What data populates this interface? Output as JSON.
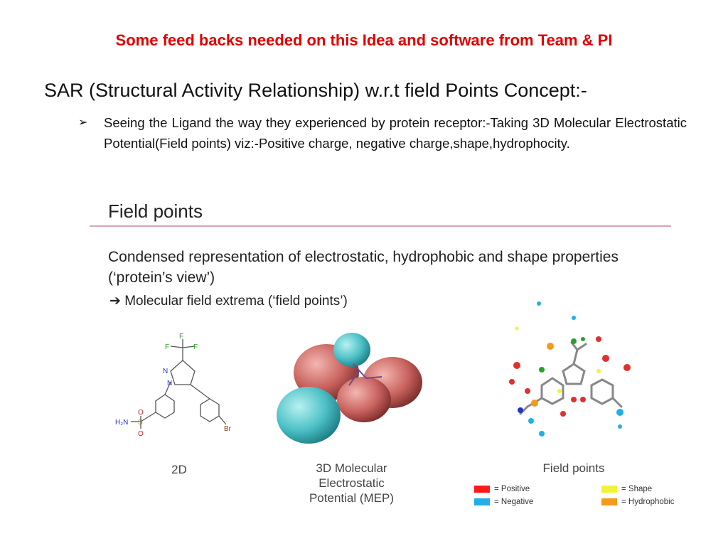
{
  "slide": {
    "title": "Some feed backs needed on this Idea and software from Team & PI",
    "heading": "SAR (Structural Activity Relationship) w.r.t field Points Concept:-",
    "bullet": "Seeing the Ligand the way they experienced by protein receptor:-Taking 3D Molecular Electrostatic Potential(Field points) viz:-Positive charge, negative charge,shape,hydrophocity."
  },
  "figure": {
    "title": "Field points",
    "description": "Condensed representation of electrostatic, hydrophobic and shape properties (‘protein’s view’)",
    "arrow_text": "Molecular field extrema (‘field points’)",
    "captions": {
      "2d": "2D",
      "mep": "3D Molecular Electrostatic Potential (MEP)",
      "field": "Field points"
    },
    "molecule_labels": {
      "f1": "F",
      "f2": "F",
      "f3": "F",
      "n1": "N",
      "n2": "N",
      "h2n": "H₂N",
      "s": "S",
      "o1": "O",
      "o2": "O",
      "br": "Br"
    },
    "legend": [
      {
        "label": "= Positive",
        "color": "#ff1a1a"
      },
      {
        "label": "= Negative",
        "color": "#22aee8"
      },
      {
        "label": "= Shape",
        "color": "#f2f23a"
      },
      {
        "label": "= Hydrophobic",
        "color": "#f59a1c"
      }
    ]
  }
}
